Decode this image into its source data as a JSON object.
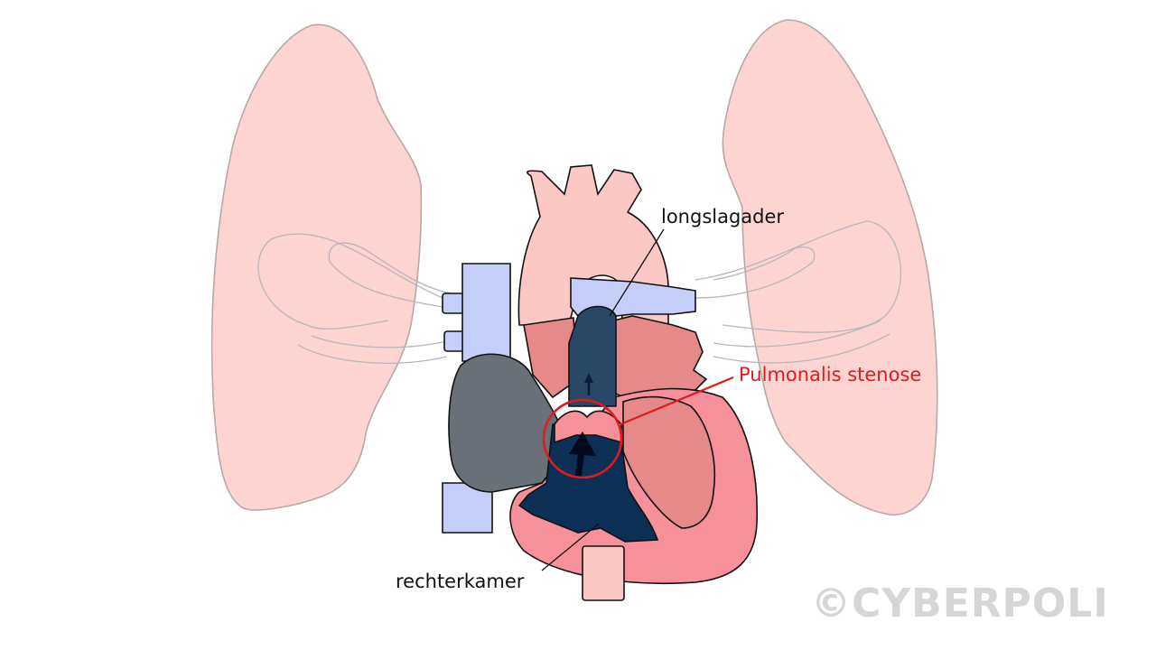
{
  "labels": {
    "pulmonary_artery": "longslagader",
    "stenosis": "Pulmonalis stenose",
    "right_ventricle": "rechterkamer"
  },
  "watermark": "©CYBERPOLI",
  "colors": {
    "lung_fill": "#fdd4d2",
    "lung_stroke": "#b8a8a8",
    "aorta_fill": "#fbc8c6",
    "vein_fill": "#c5cef9",
    "atrium_fill": "#e5898a",
    "left_ventricle_fill": "#f6919c",
    "right_atrium_fill": "#6a7077",
    "pulmonary_artery_fill": "#284866",
    "right_ventricle_fill": "#0c2f56",
    "label_text": "#111111",
    "stenosis_highlight": "#e01b1b",
    "watermark": "#d6d6d6"
  }
}
